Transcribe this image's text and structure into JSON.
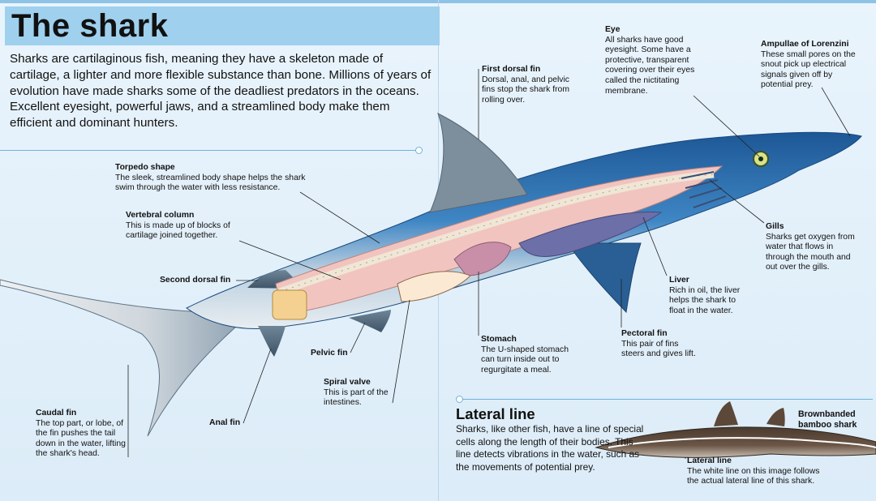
{
  "title": "The shark",
  "intro": "Sharks are cartilaginous fish, meaning they have a skeleton made of cartilage, a lighter and more flexible substance than bone. Millions of years of evolution have made sharks some of the deadliest predators in the oceans. Excellent eyesight, powerful jaws, and a streamlined body make them efficient and dominant hunters.",
  "labels": {
    "torpedo": {
      "heading": "Torpedo shape",
      "text": "The sleek, streamlined body shape helps the shark swim through the water with less resistance."
    },
    "vertebral": {
      "heading": "Vertebral column",
      "text": "This is made up of blocks of cartilage joined together."
    },
    "second_dorsal": {
      "heading": "Second dorsal fin"
    },
    "pelvic": {
      "heading": "Pelvic fin"
    },
    "spiral": {
      "heading": "Spiral valve",
      "text": "This is part of the intestines."
    },
    "anal": {
      "heading": "Anal fin"
    },
    "caudal": {
      "heading": "Caudal fin",
      "text": "The top part, or lobe, of the fin pushes the tail down in the water, lifting the shark's head."
    },
    "first_dorsal": {
      "heading": "First dorsal fin",
      "text": "Dorsal, anal, and pelvic fins stop the shark from rolling over."
    },
    "eye": {
      "heading": "Eye",
      "text": "All sharks have good eyesight. Some have a protective, transparent covering over their eyes called the nictitating membrane."
    },
    "ampullae": {
      "heading": "Ampullae of Lorenzini",
      "text": "These small pores on the snout pick up electrical signals given off by potential prey."
    },
    "gills": {
      "heading": "Gills",
      "text": "Sharks get oxygen from water that flows in through the mouth and out over the gills."
    },
    "liver": {
      "heading": "Liver",
      "text": "Rich in oil, the liver helps the shark to float in the water."
    },
    "stomach": {
      "heading": "Stomach",
      "text": "The U-shaped stomach can turn inside out to regurgitate a meal."
    },
    "pectoral": {
      "heading": "Pectoral fin",
      "text": "This pair of fins steers and gives lift."
    }
  },
  "lateral": {
    "title": "Lateral line",
    "text": "Sharks, like other fish, have a line of special cells along the length of their bodies. This line detects vibrations in the water, such as the movements of potential prey.",
    "species": "Brownbanded bamboo shark",
    "caption_heading": "Lateral line",
    "caption_text": "The white line on this image follows the actual lateral line of this shark."
  },
  "colors": {
    "accent": "#6fb2dd",
    "title_box": "#9fd0ee",
    "shark_back": "#1f5d9e",
    "shark_belly": "#e3e9ee"
  }
}
